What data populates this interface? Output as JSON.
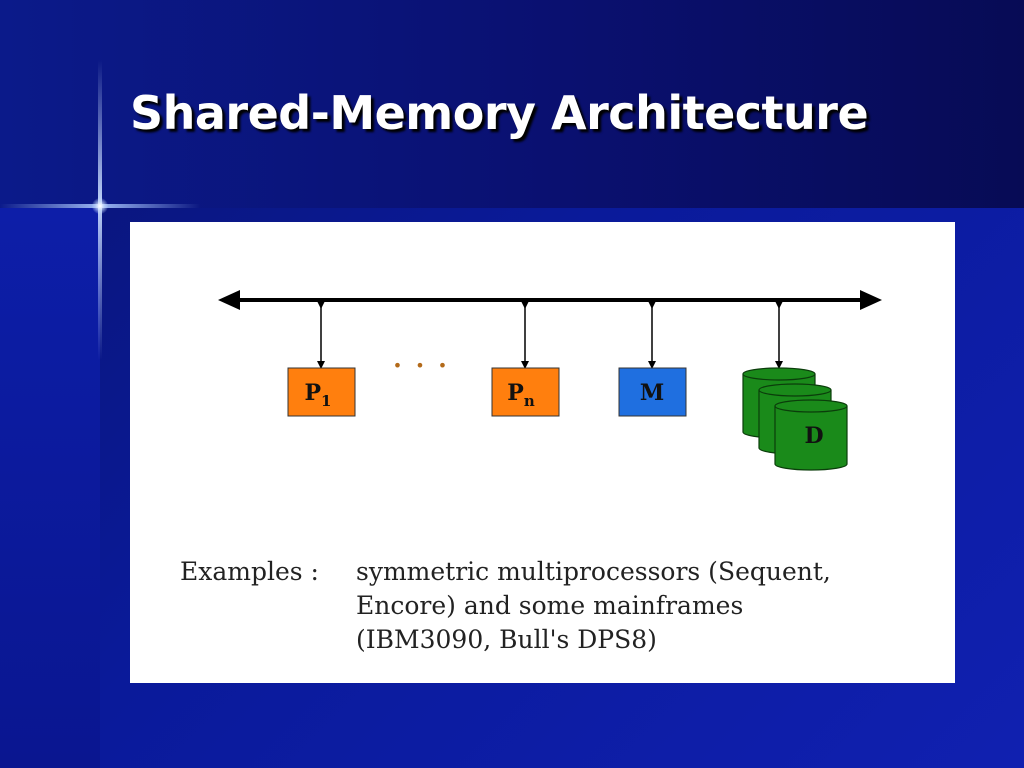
{
  "slide": {
    "title": "Shared-Memory Architecture"
  },
  "diagram": {
    "components": {
      "p1": {
        "main": "P",
        "sub": "1"
      },
      "pn": {
        "main": "P",
        "sub": "n"
      },
      "memory": {
        "label": "M"
      },
      "disk": {
        "label": "D"
      }
    },
    "ellipsis": "• • •"
  },
  "examples": {
    "label": "Examples :",
    "lines": [
      "symmetric multiprocessors (Sequent,",
      "Encore) and some mainframes",
      "(IBM3090, Bull's DPS8)"
    ]
  },
  "colors": {
    "processor": "#ff7f0e",
    "memory": "#1f6fe0",
    "disk": "#1a8a1a",
    "slide_bg": "#0a1690"
  }
}
